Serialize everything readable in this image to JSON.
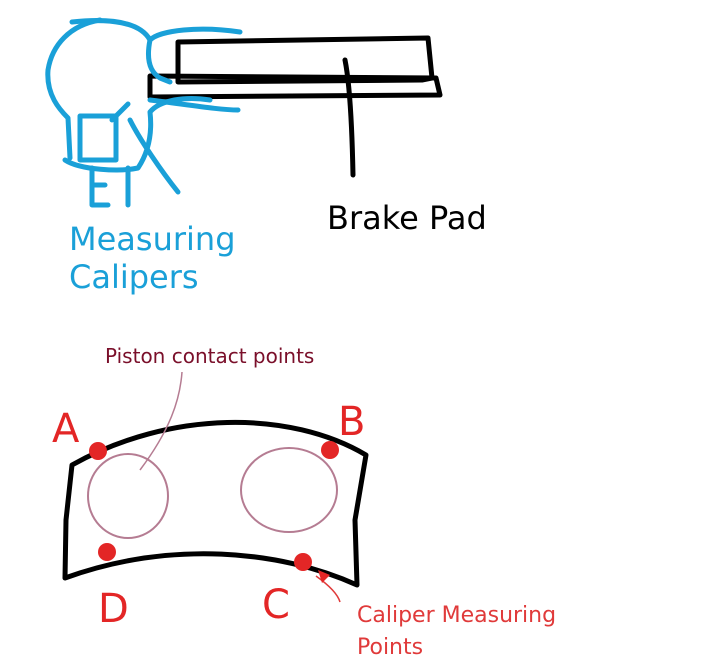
{
  "labels": {
    "calipers": "Measuring Calipers",
    "brake_pad": "Brake Pad",
    "piston_contact": "Piston contact points",
    "caliper_measuring": "Caliper Measuring Points"
  },
  "points": [
    "A",
    "B",
    "C",
    "D"
  ],
  "colors": {
    "calipers": "#1aa0d8",
    "pad_outline": "#000000",
    "points": "#e32626",
    "piston_circles": "#b57c92",
    "piston_label": "#7a0f2a",
    "measure_label": "#e03a3a"
  }
}
